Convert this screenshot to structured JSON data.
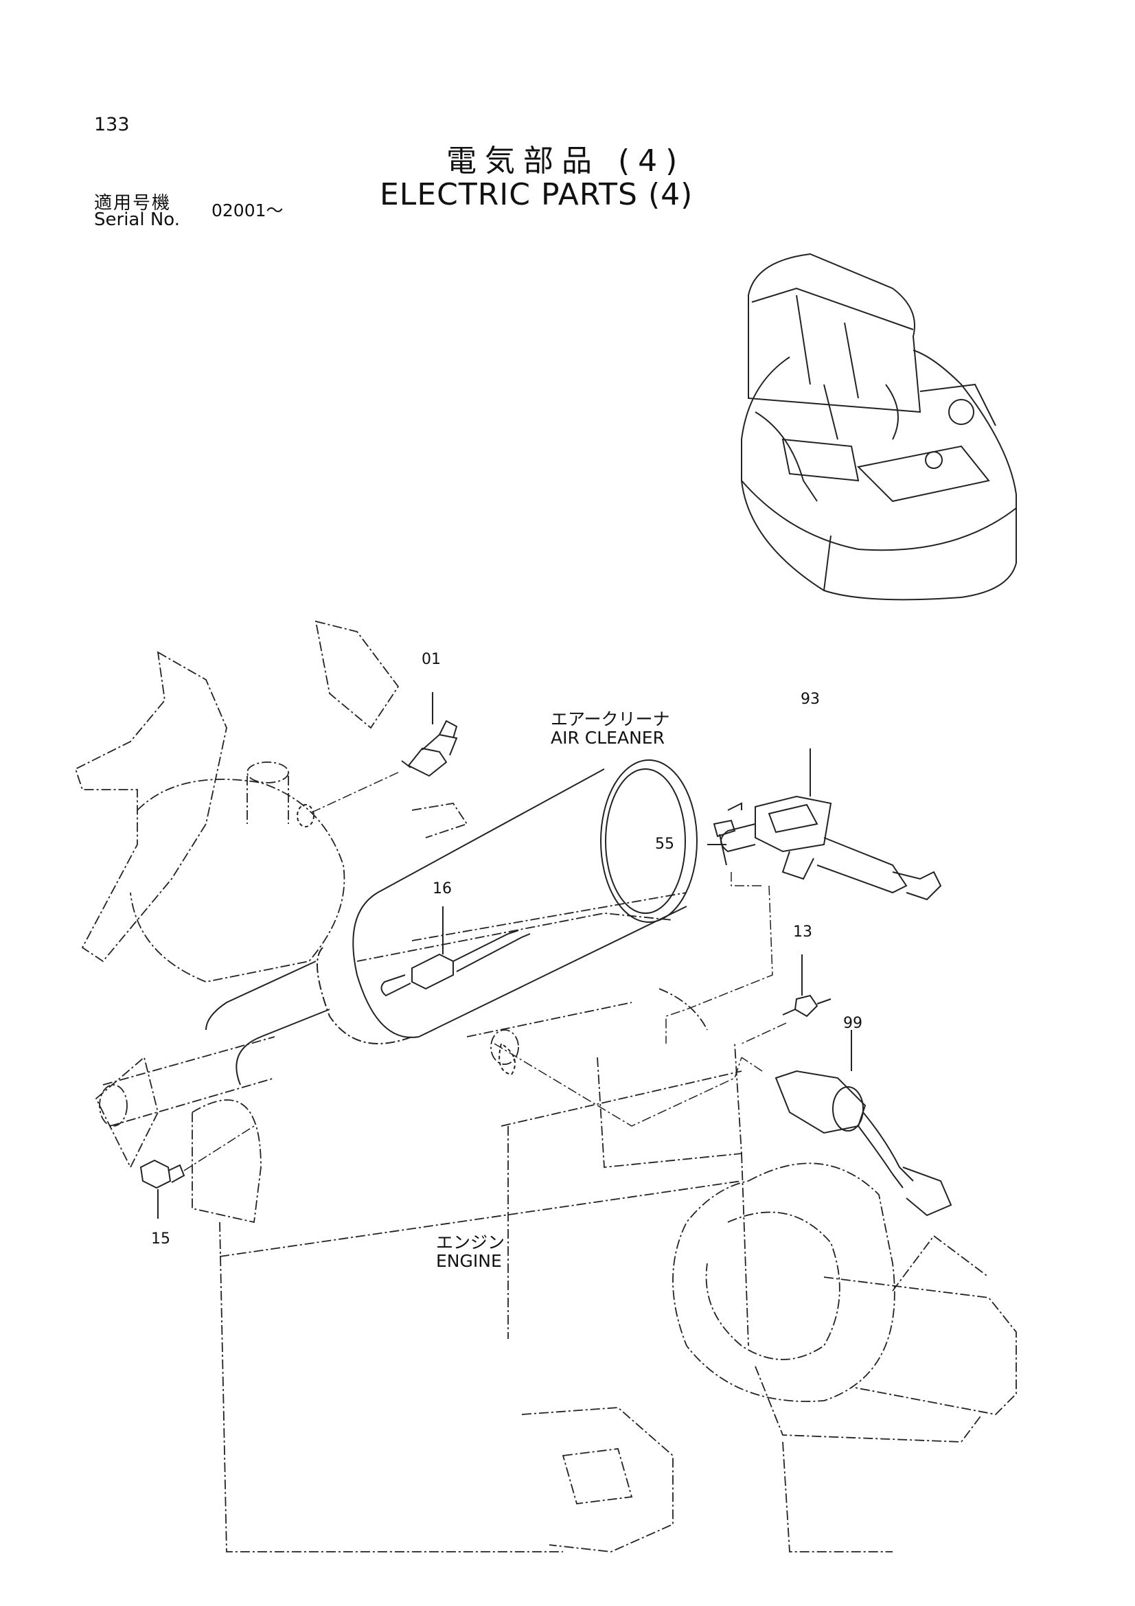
{
  "header": {
    "page_number": "133",
    "title_jp": "電気部品 (4)",
    "title_en": "ELECTRIC PARTS (4)",
    "serial_label_jp": "適用号機",
    "serial_label_en": "Serial No.",
    "serial_value": "02001～"
  },
  "labels": {
    "air_cleaner_jp": "エアークリーナ",
    "air_cleaner_en": "AIR CLEANER",
    "engine_jp": "エンジン",
    "engine_en": "ENGINE"
  },
  "parts": [
    {
      "id": "01"
    },
    {
      "id": "93"
    },
    {
      "id": "55"
    },
    {
      "id": "16"
    },
    {
      "id": "13"
    },
    {
      "id": "99"
    },
    {
      "id": "15"
    }
  ]
}
